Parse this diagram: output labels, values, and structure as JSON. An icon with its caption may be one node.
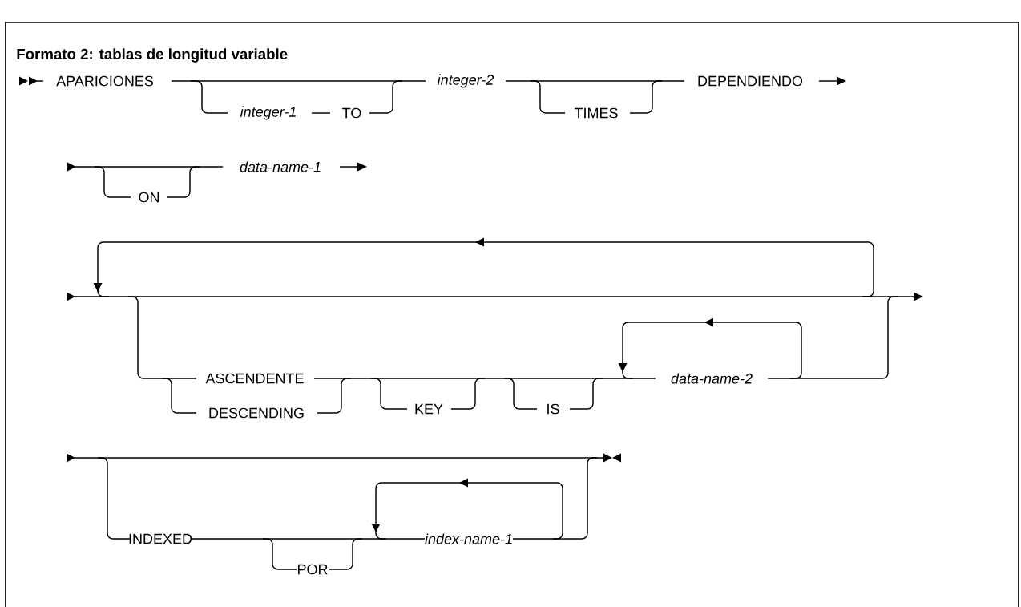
{
  "diagram": {
    "title": "Formato 2: tablas de longitud variable",
    "labels": [
      "APARICIONES",
      "integer-2",
      "DEPENDIENDO",
      "integer-1",
      "TO",
      "TIMES",
      "data-name-1",
      "ON",
      "ASCENDENTE",
      "data-name-2",
      "DESCENDING",
      "KEY",
      "IS",
      "INDEXED",
      "index-name-1",
      "POR"
    ]
  }
}
